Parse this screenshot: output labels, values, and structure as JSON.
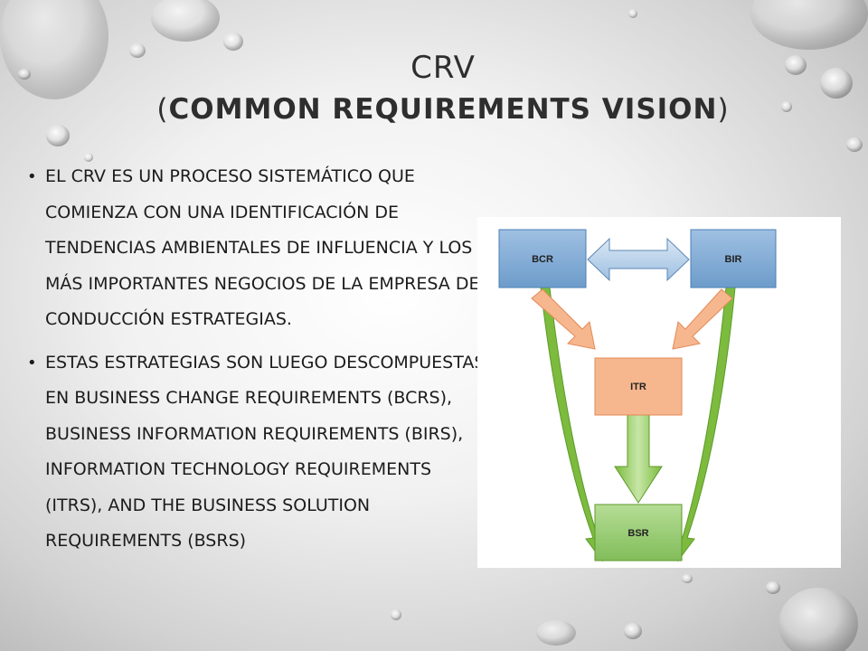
{
  "slide": {
    "title_line1": "CRV",
    "title_line2_open": "(",
    "title_line2_bold": "Common Requirements Vision",
    "title_line2_close": ")"
  },
  "bullets": [
    "El CRV es un proceso sistemático que comienza con una identificación de tendencias ambientales de influencia y los más importantes negocios de la empresa de conducción estrategias.",
    "Estas estrategias son luego descompuestas en Business Change Requirements (BCRs), Business Information Requirements (BIRs), Information Technology Requirements (ITRs), and the Business Solution Requirements (BSRs)"
  ],
  "bullet_glyph": "•",
  "diagram": {
    "nodes": {
      "bcr": "BCR",
      "bir": "BIR",
      "itr": "ITR",
      "bsr": "BSR"
    }
  },
  "colors": {
    "blue_box": "#6d9ccb",
    "orange_box": "#f6b78f",
    "green_box": "#8fc46a",
    "green_arrow": "#7cbb3d"
  }
}
